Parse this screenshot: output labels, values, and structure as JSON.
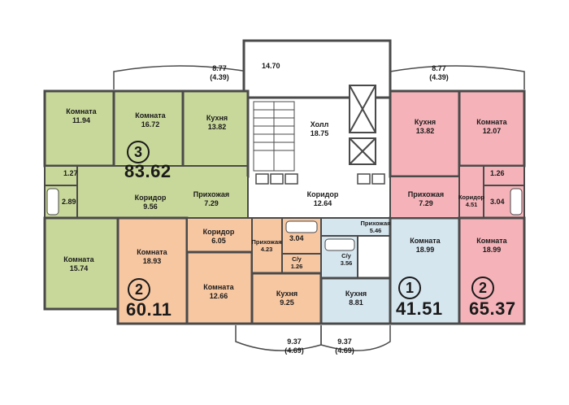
{
  "colors": {
    "green": "#c8d89a",
    "orange": "#f7c7a2",
    "blue": "#d6e6ef",
    "pink": "#f5b3b9",
    "wall": "#4a4a4a"
  },
  "apartments": [
    {
      "rooms": "3",
      "area": "83.62"
    },
    {
      "rooms": "2",
      "area": "60.11"
    },
    {
      "rooms": "1",
      "area": "41.51"
    },
    {
      "rooms": "2",
      "area": "65.37"
    }
  ],
  "rooms": {
    "a3_room1": {
      "name": "Комната",
      "area": "11.94"
    },
    "a3_room2": {
      "name": "Комната",
      "area": "16.72"
    },
    "a3_kitchen": {
      "name": "Кухня",
      "area": "13.82"
    },
    "a3_corridor": {
      "name": "Коридор",
      "area": "9.56"
    },
    "a3_hall": {
      "name": "Прихожая",
      "area": "7.29"
    },
    "a3_room3": {
      "name": "Комната",
      "area": "15.74"
    },
    "a3_bath1": {
      "area": "1.27"
    },
    "a3_bath2": {
      "area": "2.89"
    },
    "a2l_room1": {
      "name": "Комната",
      "area": "18.93"
    },
    "a2l_corridor": {
      "name": "Коридор",
      "area": "6.05"
    },
    "a2l_room2": {
      "name": "Комната",
      "area": "12.66"
    },
    "a2l_hall": {
      "name": "Прихожая",
      "area": "4.23"
    },
    "a2l_bath": {
      "area": "3.04"
    },
    "a2l_wc": {
      "name": "С/у",
      "area": "1.26"
    },
    "a2l_kitchen": {
      "name": "Кухня",
      "area": "9.25"
    },
    "a1_hall": {
      "name": "Прихожая",
      "area": "5.46"
    },
    "a1_wc": {
      "name": "С/у",
      "area": "3.56"
    },
    "a1_room": {
      "name": "Комната",
      "area": "18.99"
    },
    "a1_kitchen": {
      "name": "Кухня",
      "area": "8.81"
    },
    "a2r_kitchen": {
      "name": "Кухня",
      "area": "13.82"
    },
    "a2r_room1": {
      "name": "Комната",
      "area": "12.07"
    },
    "a2r_hall": {
      "name": "Прихожая",
      "area": "7.29"
    },
    "a2r_corridor": {
      "name": "Коридор",
      "area": "4.51"
    },
    "a2r_bath1": {
      "area": "1.26"
    },
    "a2r_bath2": {
      "area": "3.04"
    },
    "a2r_room2": {
      "name": "Комната",
      "area": "18.99"
    },
    "common_hall": {
      "name": "Холл",
      "area": "18.75"
    },
    "common_corridor": {
      "name": "Коридор",
      "area": "12.64"
    },
    "common_top": {
      "area": "14.70"
    }
  },
  "balconies": {
    "top_left": {
      "area": "8.77",
      "reduced": "(4.39)"
    },
    "top_right": {
      "area": "8.77",
      "reduced": "(4.39)"
    },
    "bottom_left": {
      "area": "9.37",
      "reduced": "(4.69)"
    },
    "bottom_right": {
      "area": "9.37",
      "reduced": "(4.69)"
    }
  }
}
